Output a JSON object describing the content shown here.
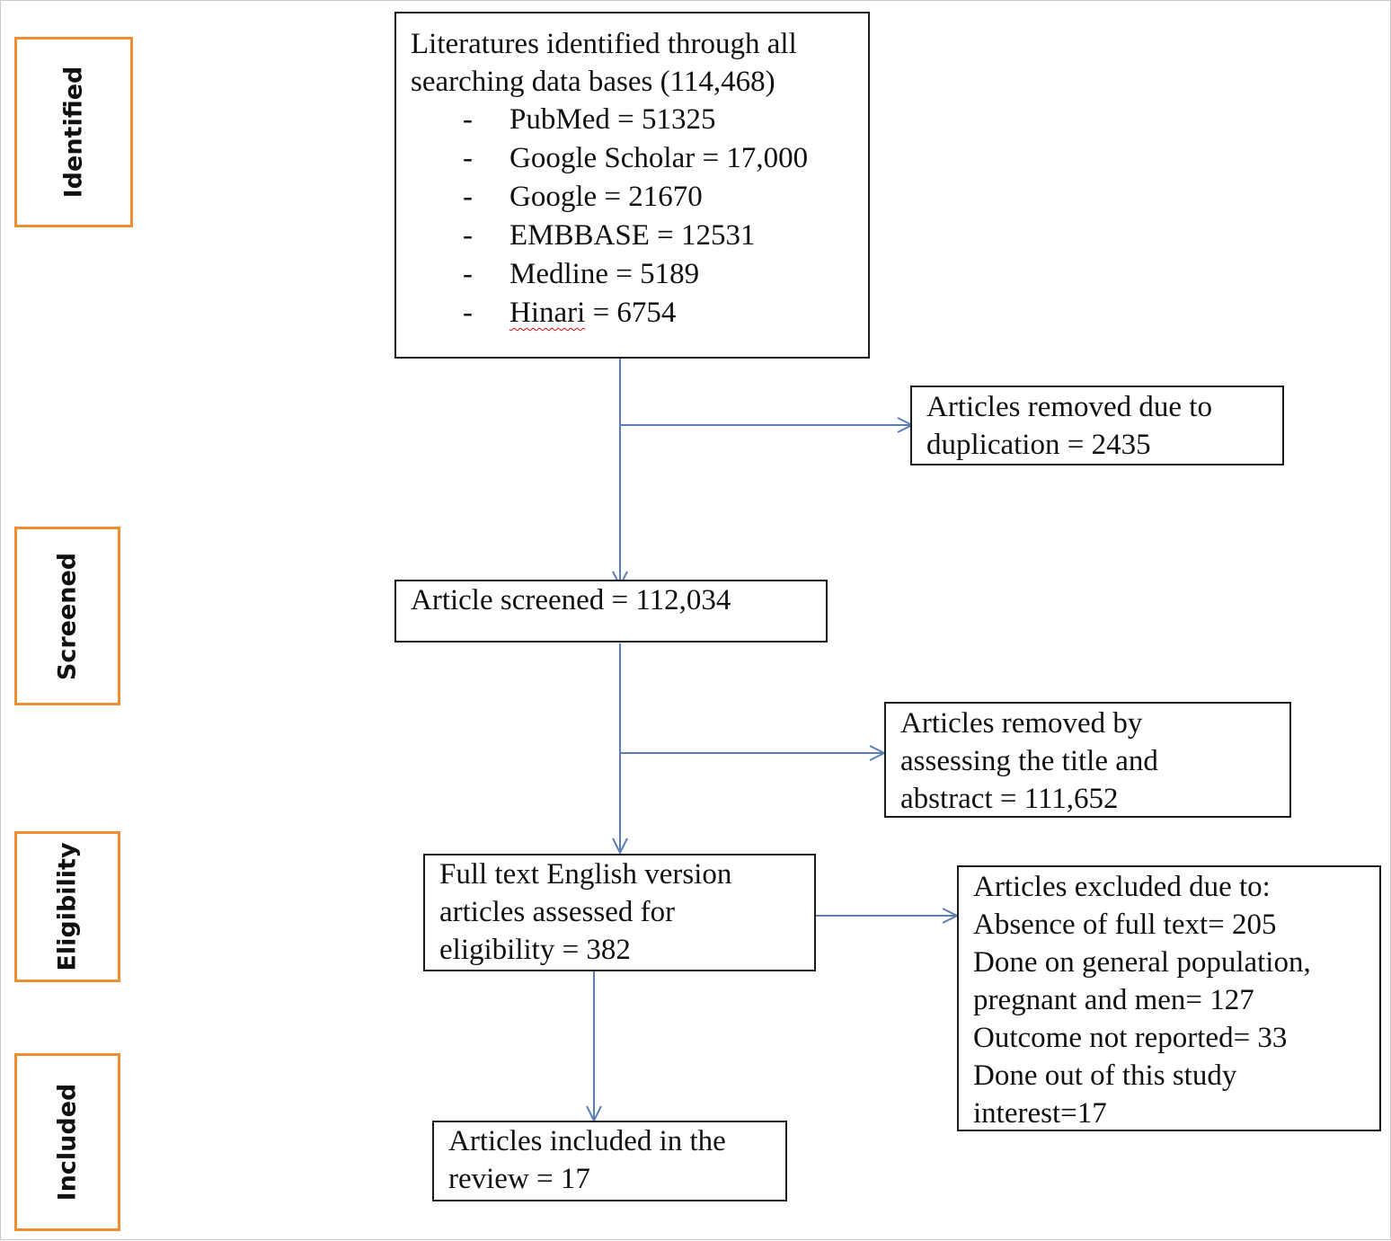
{
  "stages": {
    "identified": "Identified",
    "screened": "Screened",
    "eligibility": "Eligibility",
    "included": "Included"
  },
  "identified_box": {
    "line1": "Literatures identified through all",
    "line2": "searching data bases (114,468)",
    "sources": [
      {
        "dash": "-",
        "text": "PubMed = 51325"
      },
      {
        "dash": "-",
        "text": "Google Scholar = 17,000"
      },
      {
        "dash": "-",
        "text": "Google = 21670"
      },
      {
        "dash": "-",
        "text": "EMBBASE = 12531"
      },
      {
        "dash": "-",
        "text": "Medline = 5189"
      },
      {
        "dash": "-",
        "name": "Hinari",
        "value": " = 6754"
      }
    ]
  },
  "duplicates_box": {
    "line1": "Articles removed due to",
    "line2": "duplication = 2435"
  },
  "screened_box": {
    "line1": "Article screened = 112,034"
  },
  "title_abstract_box": {
    "line1": "Articles removed by",
    "line2": "assessing the title and",
    "line3": "abstract = 111,652"
  },
  "fulltext_box": {
    "line1": "Full text English version",
    "line2": "articles assessed for",
    "line3": "eligibility = 382"
  },
  "excluded_box": {
    "lines": [
      "Articles excluded due to:",
      "Absence of full text= 205",
      "Done on general population,",
      "pregnant and men= 127",
      "Outcome not reported= 33",
      "Done out of this study",
      "interest=17"
    ]
  },
  "included_box": {
    "line1": "Articles included in the",
    "line2": "review = 17"
  },
  "colors": {
    "stage_border": "#ef8f33",
    "connector": "#5b7fb5",
    "box_border": "#1a1a1a"
  }
}
